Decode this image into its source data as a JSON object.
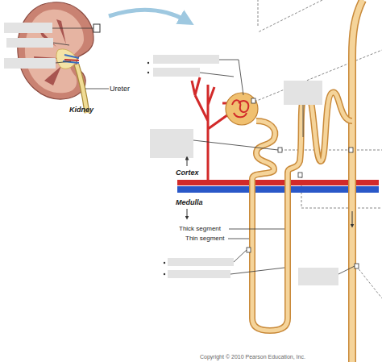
{
  "diagram": {
    "labels": [
      "Ureter",
      "Kidney",
      "Cortex",
      "Medulla",
      "Thick segment",
      "Thin segment",
      "Copyright © 2010 Pearson Education, Inc."
    ]
  }
}
